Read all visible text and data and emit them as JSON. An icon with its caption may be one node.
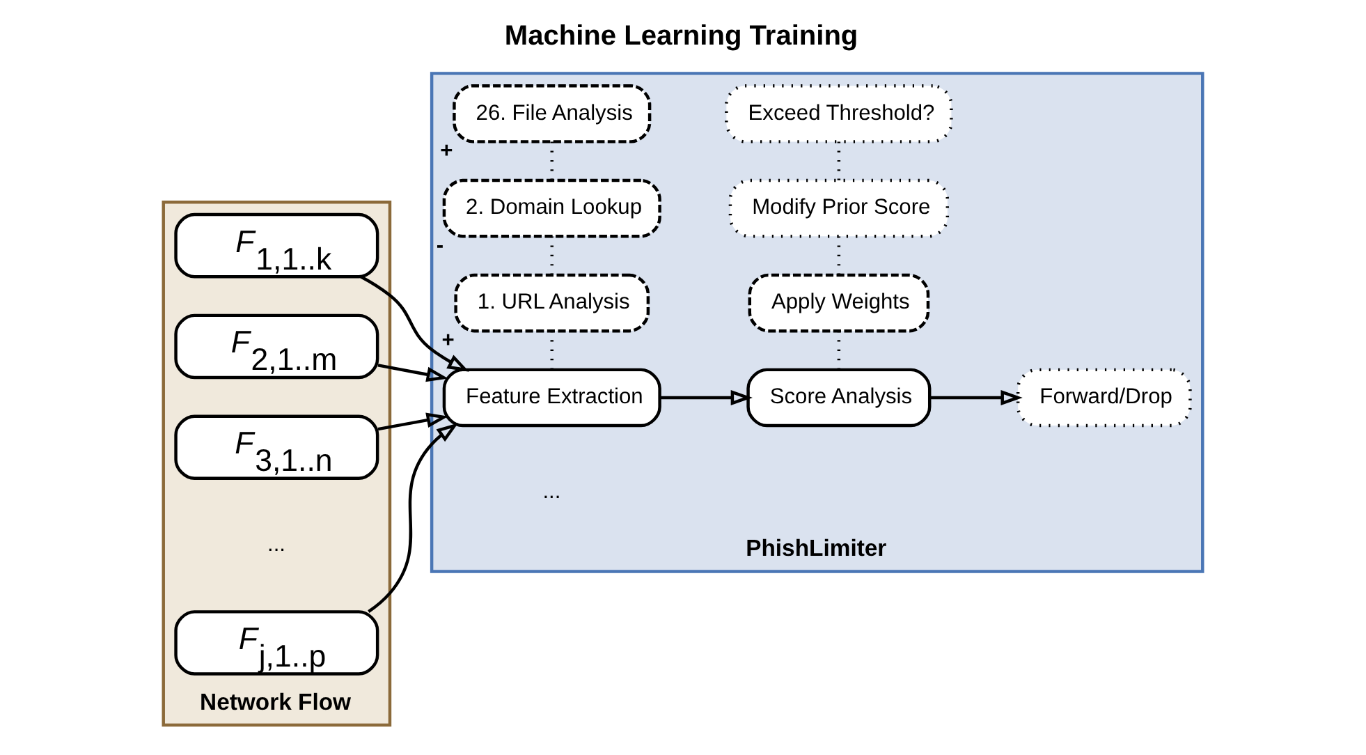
{
  "diagram": {
    "title": "Machine Learning Training",
    "nodes": [
      {
        "text": [
          "Network Flow"
        ]
      },
      {
        "text": [
          "*F*$_{1,1..k}$"
        ],
        "in": 0
      },
      {
        "text": [
          "*F*$_{2,1..m}$"
        ],
        "in": 0
      },
      {
        "text": [
          "*F*$_{3,1..n}$"
        ],
        "in": 0
      },
      {
        "text": [
          "*F*$_{j,1..p}$"
        ],
        "in": 0
      },
      {
        "text": [
          "PhishLimiter"
        ]
      },
      {
        "text": [
          "Feature Extraction"
        ],
        "in": 5
      },
      {
        "text": [
          "1. URL Analysis"
        ],
        "in": 5,
        "beside": [
          "+"
        ]
      },
      {
        "text": [
          "2. Domain Lookup"
        ],
        "in": 5,
        "beside": [
          "-"
        ]
      },
      {
        "text": [
          "26. File Analysis"
        ],
        "in": 5,
        "beside": [
          "+"
        ]
      },
      {
        "text": [
          "Score Analysis"
        ],
        "in": 5
      },
      {
        "text": [
          "Apply Weights"
        ],
        "in": 5
      },
      {
        "text": [
          "Modify Prior Score"
        ],
        "in": 5
      },
      {
        "text": [
          "Exceed Threshold?"
        ],
        "in": 5
      },
      {
        "text": [
          "Forward/Drop"
        ],
        "in": 5
      }
    ],
    "edges": [
      {
        "from": 1,
        "to": 6,
        "arrow": "to"
      },
      {
        "from": 2,
        "to": 6,
        "arrow": "to"
      },
      {
        "from": 3,
        "to": 6,
        "arrow": "to"
      },
      {
        "from": 4,
        "to": 6,
        "arrow": "to"
      },
      {
        "from": 6,
        "to": 10,
        "arrow": "to"
      },
      {
        "from": 10,
        "to": 14,
        "arrow": "to"
      },
      {
        "from": 6,
        "to": 7,
        "arrow": "none",
        "style": "dashed"
      },
      {
        "from": 7,
        "to": 8,
        "arrow": "none",
        "style": "dashed"
      },
      {
        "from": 8,
        "to": 9,
        "arrow": "none",
        "style": "dashed"
      },
      {
        "from": 10,
        "to": 11,
        "arrow": "none",
        "style": "dashed"
      },
      {
        "from": 11,
        "to": 12,
        "arrow": "none",
        "style": "dashed"
      },
      {
        "from": 12,
        "to": 13,
        "arrow": "none",
        "style": "dashed"
      }
    ],
    "labels": [
      "...",
      "..."
    ]
  }
}
